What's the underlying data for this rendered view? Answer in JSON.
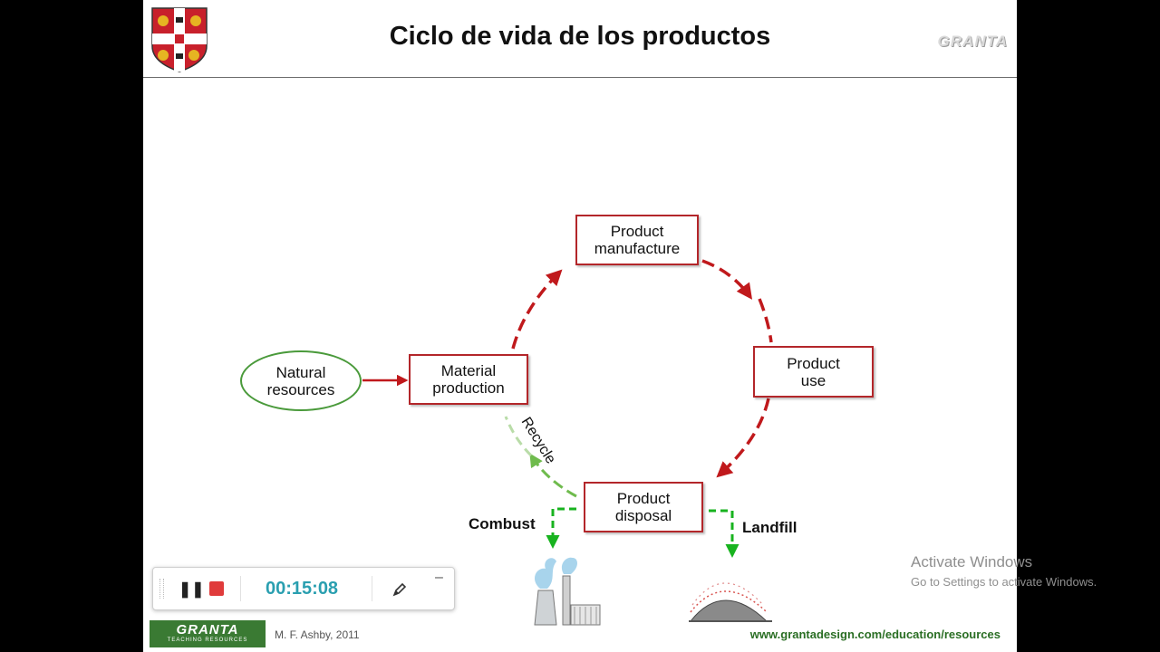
{
  "slide": {
    "title": "Ciclo de vida de los productos",
    "brand_top": "GRANTA",
    "footer_logo": "GRANTA",
    "footer_logo_sub": "TEACHING RESOURCES",
    "author": "M. F. Ashby, 2011",
    "url": "www.grantadesign.com/education/resources"
  },
  "diagram": {
    "nodes": {
      "natural_resources": "Natural\nresources",
      "material_production": "Material\nproduction",
      "product_manufacture": "Product\nmanufacture",
      "product_use": "Product\nuse",
      "product_disposal": "Product\ndisposal"
    },
    "labels": {
      "recycle": "Recycle",
      "combust": "Combust",
      "landfill": "Landfill"
    },
    "colors": {
      "box_border": "#b3262a",
      "cycle_arrow": "#c0191c",
      "oval_border": "#4a9a3b",
      "green_arrow": "#18b31f",
      "recycle_arrow": "#6fbb4d"
    }
  },
  "recorder": {
    "elapsed": "00:15:08",
    "pause_icon": "pause-icon",
    "stop_icon": "stop-icon",
    "pen_icon": "pen-icon",
    "minimize_label": "–"
  },
  "watermark": {
    "title": "Activate Windows",
    "subtitle": "Go to Settings to activate Windows."
  }
}
